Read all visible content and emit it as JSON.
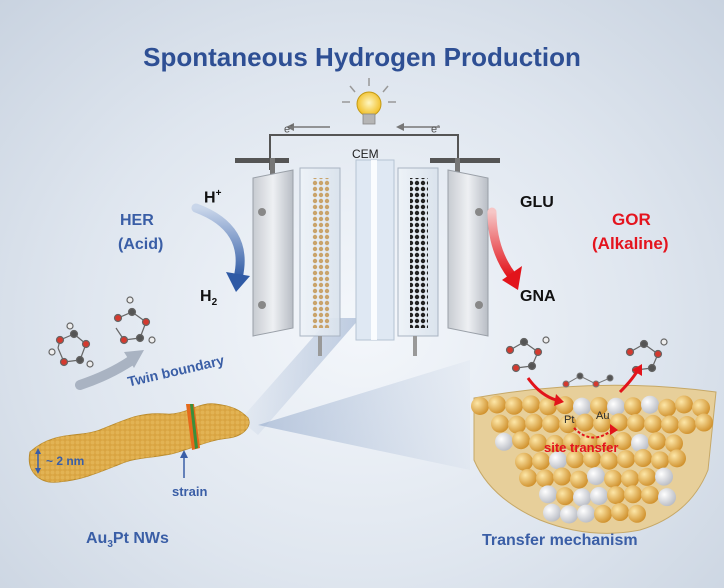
{
  "title": "Spontaneous Hydrogen Production",
  "circuit": {
    "electron_left": "e",
    "electron_right": "e",
    "electron_charge": "-",
    "membrane": "CEM"
  },
  "cathode": {
    "reaction": "HER",
    "medium": "(Acid)",
    "reactant_main": "H",
    "reactant_sup": "+",
    "product_main": "H",
    "product_sub": "2"
  },
  "anode": {
    "reaction": "GOR",
    "medium": "(Alkaline)",
    "reactant": "GLU",
    "product": "GNA"
  },
  "nanowire": {
    "twin_label": "Twin boundary",
    "strain_label": "strain",
    "diameter_label": "~ 2 nm",
    "name_prefix": "Au",
    "name_sub": "3",
    "name_suffix": "Pt NWs"
  },
  "mechanism": {
    "pt_label": "Pt",
    "au_label": "Au",
    "site_transfer": "site transfer",
    "caption": "Transfer mechanism"
  },
  "colors": {
    "title_blue": "#2e4f94",
    "label_blue": "#3a5ea6",
    "alkaline_red": "#e4141e",
    "gold": "#d9a441"
  }
}
